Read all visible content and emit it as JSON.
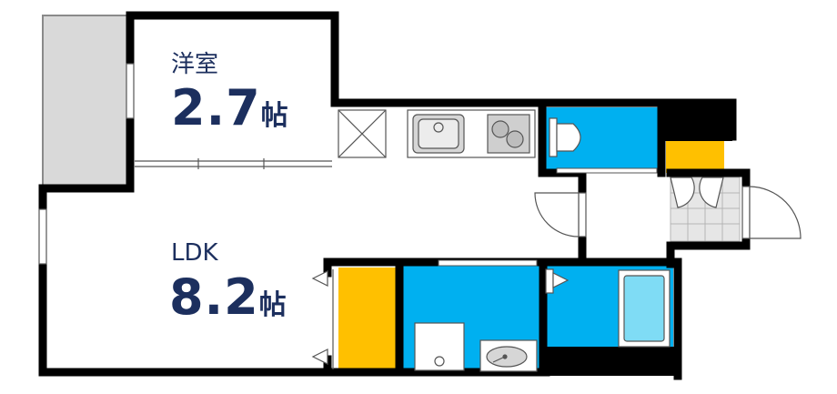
{
  "rooms": {
    "western": {
      "name": "洋室",
      "size": "2.7",
      "unit": "帖"
    },
    "ldk": {
      "name": "LDK",
      "size": "8.2",
      "unit": "帖"
    }
  },
  "colors": {
    "wall": "#000000",
    "balcony": "#d9d9d9",
    "wet_area": "#00b0f0",
    "storage": "#ffc000",
    "room_text": "#1c2f5e",
    "fixture": "#e6e6e6",
    "bath_tub": "#7fdcf5"
  },
  "icons": [
    "door-swing-icon",
    "sink-icon",
    "stove-icon",
    "toilet-icon",
    "washbasin-icon",
    "bathtub-icon",
    "shoe-cabinet-grid-icon"
  ]
}
